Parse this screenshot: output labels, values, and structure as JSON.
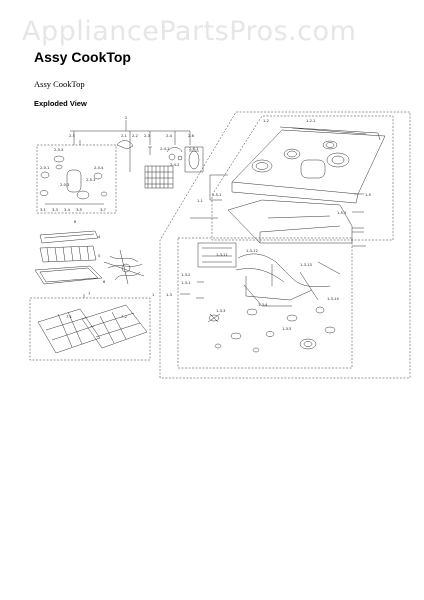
{
  "header": {
    "watermark": "AppliancePartsPros.com",
    "title": "Assy CookTop"
  },
  "content": {
    "subtitle": "Assy CookTop",
    "section_label": "Exploded View"
  },
  "diagram": {
    "part_labels": {
      "p2": "2",
      "p2_5": "2-5",
      "p2_1": "2-1",
      "p2_2": "2-2",
      "p2_3": "2-3",
      "p2_4": "2-4",
      "p2_6": "2-6",
      "p2_4_1": "2-4-1",
      "p2_4_2": "2-4-2",
      "p2_6_1": "2-6-1",
      "p2_0_1": "2-0-1",
      "p2_0_2": "2-0-2",
      "p2_0_3": "2-0-3",
      "p2_0_4": "2-0-4",
      "p2_5_3": "2-5-3",
      "p3_1": "3-1",
      "p3_3": "3-3",
      "p3_4": "3-4",
      "p3_5": "3-5",
      "p3_7": "3-7",
      "p8": "8",
      "p4": "4",
      "p5": "5",
      "p6": "6",
      "p7": "7",
      "p7_1": "7-1",
      "p7_2": "7-2",
      "p1": "1",
      "p1_1": "1-1",
      "p1_2": "1-2",
      "p1_2_1": "1-2-1",
      "p1_5": "1-5",
      "p1_5_1": "1-5-1",
      "p1_5_2": "1-5-2",
      "p1_3": "1-3",
      "p1_3_1": "1-3-1",
      "p1_3_2": "1-3-2",
      "p1_3_3": "1-3-3",
      "p1_3_4": "1-3-4",
      "p1_3_5": "1-3-5",
      "p1_3_11": "1-3-11",
      "p1_3_12": "1-3-12",
      "p1_3_13": "1-3-13",
      "p1_3_14": "1-3-14"
    }
  }
}
